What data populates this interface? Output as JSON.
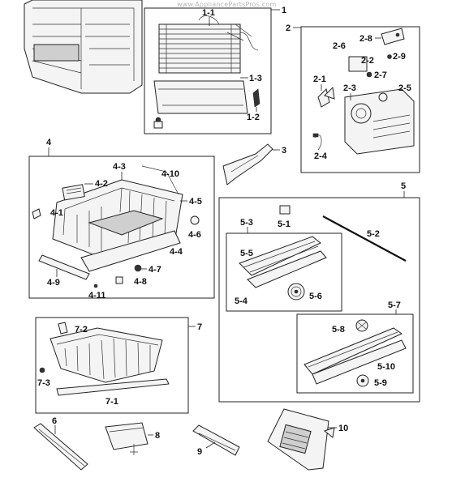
{
  "watermark": "www.AppliancePartsPros.com",
  "labels": {
    "l1": "1",
    "l1_1": "1-1",
    "l1_2": "1-2",
    "l1_3": "1-3",
    "l2": "2",
    "l2_1": "2-1",
    "l2_2": "2-2",
    "l2_3": "2-3",
    "l2_4": "2-4",
    "l2_5": "2-5",
    "l2_6": "2-6",
    "l2_7": "2-7",
    "l2_8": "2-8",
    "l2_9": "2-9",
    "l3": "3",
    "l4": "4",
    "l4_1": "4-1",
    "l4_2": "4-2",
    "l4_3": "4-3",
    "l4_4": "4-4",
    "l4_5": "4-5",
    "l4_6": "4-6",
    "l4_7": "4-7",
    "l4_8": "4-8",
    "l4_9": "4-9",
    "l4_10": "4-10",
    "l4_11": "4-11",
    "l5": "5",
    "l5_1": "5-1",
    "l5_2": "5-2",
    "l5_3": "5-3",
    "l5_4": "5-4",
    "l5_5": "5-5",
    "l5_6": "5-6",
    "l5_7": "5-7",
    "l5_8": "5-8",
    "l5_9": "5-9",
    "l5_10": "5-10",
    "l6": "6",
    "l7": "7",
    "l7_1": "7-1",
    "l7_2": "7-2",
    "l7_3": "7-3",
    "l8": "8",
    "l9": "9",
    "l10": "10"
  }
}
